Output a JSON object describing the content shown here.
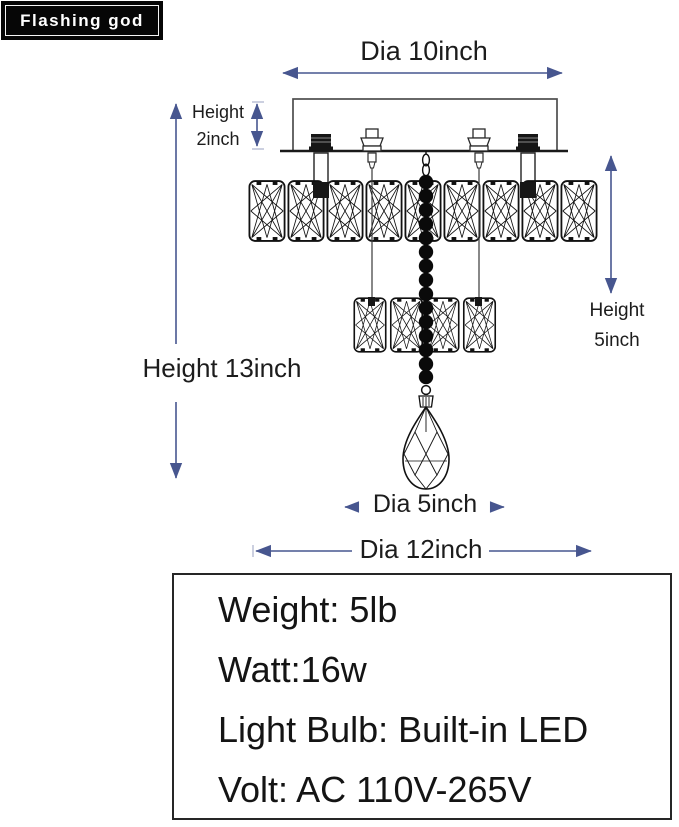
{
  "brand": {
    "logo_text": "Flashing god"
  },
  "diagram": {
    "type": "product-dimension-diagram",
    "subject": "crystal-flush-mount-chandelier",
    "labels": {
      "dia_top": "Dia 10inch",
      "canopy_height": [
        "Height",
        "2inch"
      ],
      "total_height": "Height 13inch",
      "crystal_height": [
        "Height",
        "5inch"
      ],
      "drop_dia": "Dia 5inch",
      "body_dia": "Dia 12inch"
    },
    "colors": {
      "arrow": "#47568f",
      "line": "#1a1a1a",
      "text": "#1c1c1c",
      "logo_bg": "#060606",
      "logo_text": "#ffffff"
    }
  },
  "specs": {
    "weight": "Weight: 5lb",
    "watt": "Watt:16w",
    "bulb": "Light Bulb: Built-in LED",
    "volt": "Volt: AC 110V-265V"
  }
}
